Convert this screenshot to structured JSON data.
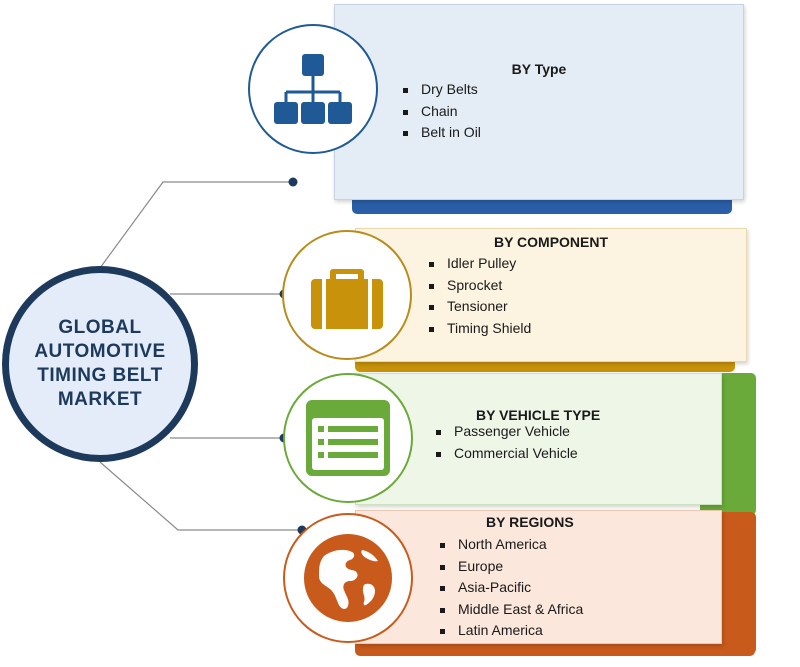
{
  "center": {
    "title": "GLOBAL AUTOMOTIVE TIMING BELT MARKET"
  },
  "segments": [
    {
      "title": "BY Type",
      "icon": "hierarchy-icon",
      "color": "#1f5a96",
      "items": [
        "Dry Belts",
        "Chain",
        "Belt in Oil"
      ]
    },
    {
      "title": "BY COMPONENT",
      "icon": "briefcase-icon",
      "color": "#c8930a",
      "items": [
        "Idler Pulley",
        "Sprocket",
        "Tensioner",
        "Timing Shield"
      ]
    },
    {
      "title": "BY VEHICLE TYPE",
      "icon": "list-window-icon",
      "color": "#6aaa3a",
      "items": [
        "Passenger Vehicle",
        "Commercial Vehicle"
      ]
    },
    {
      "title": "BY REGIONS",
      "icon": "globe-icon",
      "color": "#c85a1c",
      "items": [
        "North America",
        "Europe",
        "Asia-Pacific",
        "Middle East & Africa",
        "Latin America"
      ]
    }
  ]
}
